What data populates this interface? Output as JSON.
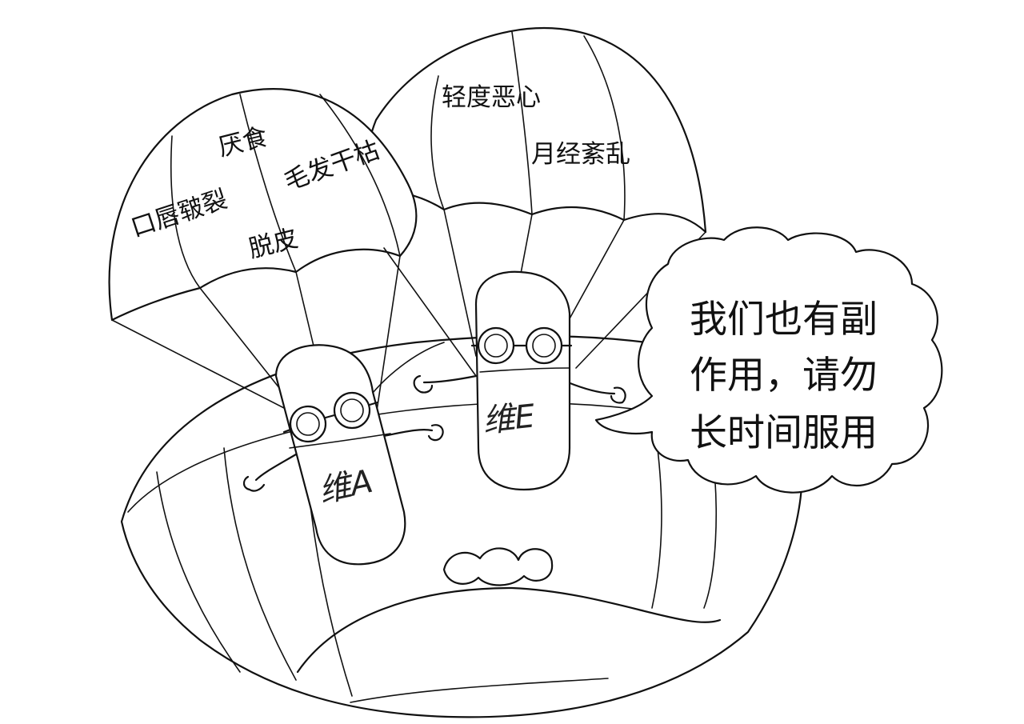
{
  "left_canopy": {
    "labels": [
      "厌食",
      "毛发干枯",
      "口唇皲裂",
      "脱皮"
    ]
  },
  "right_canopy": {
    "labels": [
      "轻度恶心",
      "月经紊乱"
    ]
  },
  "characters": {
    "left_pill_label": "维A",
    "right_pill_label": "维E"
  },
  "speech_bubble": {
    "lines": [
      "我们也有副",
      "作用，请勿",
      "长时间服用"
    ]
  },
  "colors": {
    "ink": "#111111",
    "background": "#ffffff"
  }
}
